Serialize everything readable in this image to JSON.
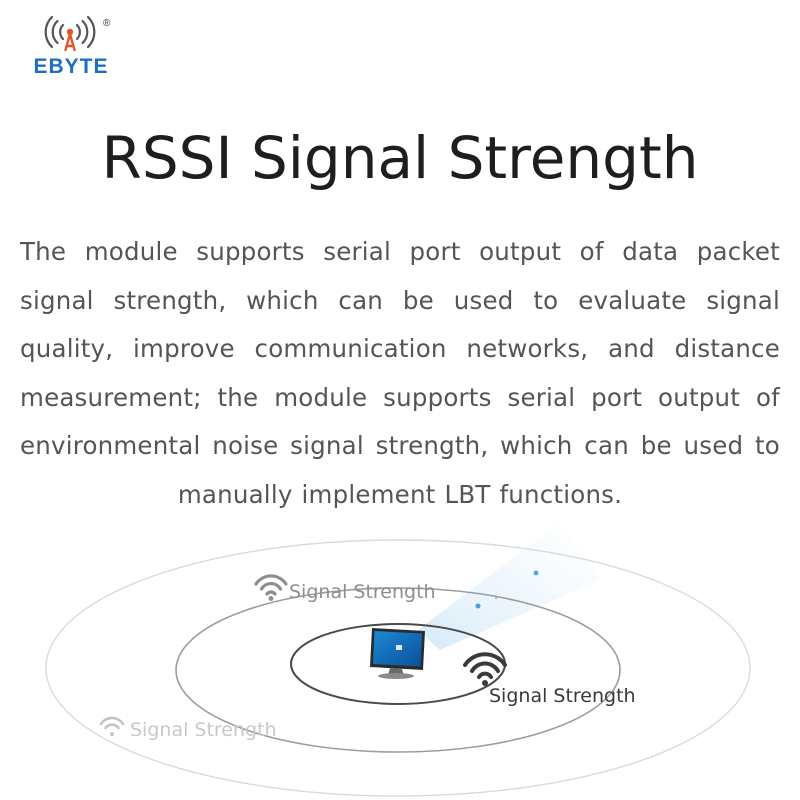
{
  "brand": {
    "name": "EBYTE",
    "registered_mark": "®",
    "colors": {
      "blue": "#1b6fc1",
      "orange": "#e8532a"
    }
  },
  "title": "RSSI Signal Strength",
  "description": "The module supports serial port output of data packet signal strength, which can be used to evaluate signal quality, improve communication networks, and distance measurement; the module supports serial port output of environmental noise signal strength, which can be used to manually implement LBT functions.",
  "diagram": {
    "labels": {
      "outer": "Signal Strength",
      "middle": "Signal Strength",
      "inner": "Signal Strength"
    },
    "icons": [
      "wifi-icon",
      "monitor-icon"
    ]
  }
}
